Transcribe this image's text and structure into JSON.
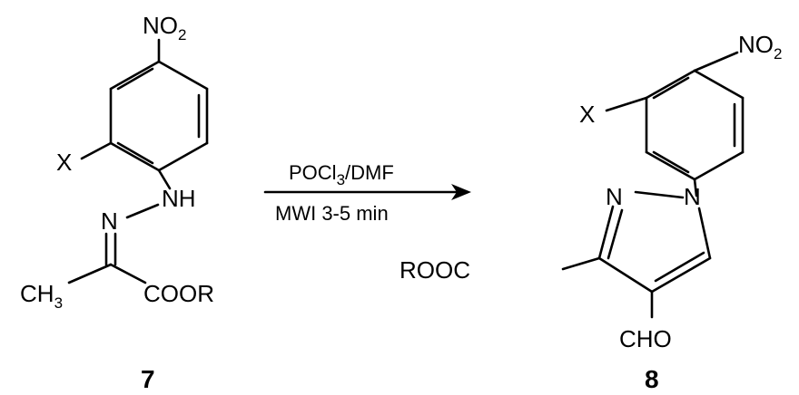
{
  "reactant": {
    "nitro": "NO",
    "nitro_sub": "2",
    "x": "X",
    "nh": "NH",
    "n": "N",
    "methyl": "CH",
    "methyl_sub": "3",
    "ester": "COOR",
    "label": "7"
  },
  "reagents": {
    "top_a": "POCl",
    "top_sub": "3",
    "top_b": "/DMF",
    "bottom": "MWI 3-5 min"
  },
  "product": {
    "nitro": "NO",
    "nitro_sub": "2",
    "x": "X",
    "n2": "N",
    "n1": "N",
    "ester": "ROOC",
    "aldehyde": "CHO",
    "label": "8"
  }
}
